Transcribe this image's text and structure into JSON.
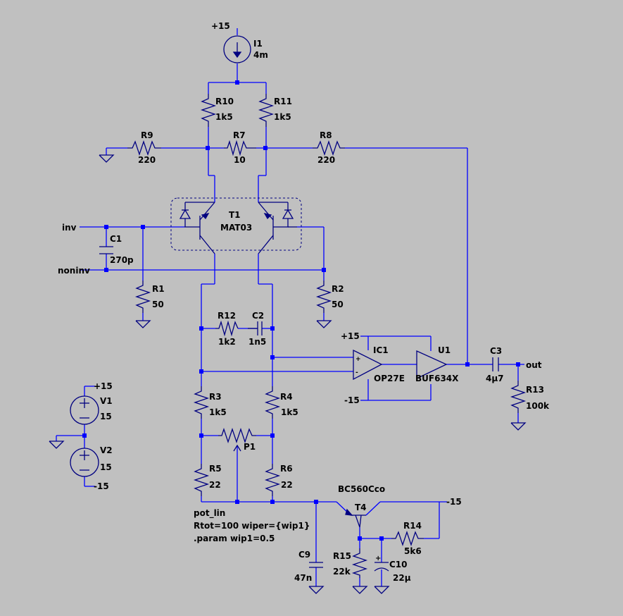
{
  "components": {
    "I1": {
      "name": "I1",
      "value": "4m"
    },
    "R10": {
      "name": "R10",
      "value": "1k5"
    },
    "R11": {
      "name": "R11",
      "value": "1k5"
    },
    "R9": {
      "name": "R9",
      "value": "220"
    },
    "R7": {
      "name": "R7",
      "value": "10"
    },
    "R8": {
      "name": "R8",
      "value": "220"
    },
    "T1": {
      "name": "T1",
      "value": "MAT03"
    },
    "C1": {
      "name": "C1",
      "value": "270p"
    },
    "R1": {
      "name": "R1",
      "value": "50"
    },
    "R2": {
      "name": "R2",
      "value": "50"
    },
    "R12": {
      "name": "R12",
      "value": "1k2"
    },
    "C2": {
      "name": "C2",
      "value": "1n5"
    },
    "IC1": {
      "name": "IC1",
      "value": "OP27E"
    },
    "U1": {
      "name": "U1",
      "value": "BUF634X"
    },
    "C3": {
      "name": "C3",
      "value": "4µ7"
    },
    "R13": {
      "name": "R13",
      "value": "100k"
    },
    "V1": {
      "name": "V1",
      "value": "15"
    },
    "V2": {
      "name": "V2",
      "value": "15"
    },
    "R3": {
      "name": "R3",
      "value": "1k5"
    },
    "R4": {
      "name": "R4",
      "value": "1k5"
    },
    "P1": {
      "name": "P1"
    },
    "R5": {
      "name": "R5",
      "value": "22"
    },
    "R6": {
      "name": "R6",
      "value": "22"
    },
    "T4": {
      "name": "T4",
      "value": "BC560Cco"
    },
    "R14": {
      "name": "R14",
      "value": "5k6"
    },
    "C9": {
      "name": "C9",
      "value": "47n"
    },
    "R15": {
      "name": "R15",
      "value": "22k"
    },
    "C10": {
      "name": "C10",
      "value": "22µ"
    }
  },
  "nets": {
    "vcc_top": "+15",
    "vcc_ic": "+15",
    "vee_ic": "-15",
    "v1_plus": "+15",
    "v2_minus": "-15",
    "t4_supply": "-15",
    "inv": "inv",
    "noninv": "noninv",
    "out": "out"
  },
  "directives": {
    "model": "pot_lin",
    "params": "Rtot=100 wiper={wip1}",
    "param": ".param wip1=0.5"
  },
  "pins": {
    "plus": "+",
    "minus": "-"
  }
}
